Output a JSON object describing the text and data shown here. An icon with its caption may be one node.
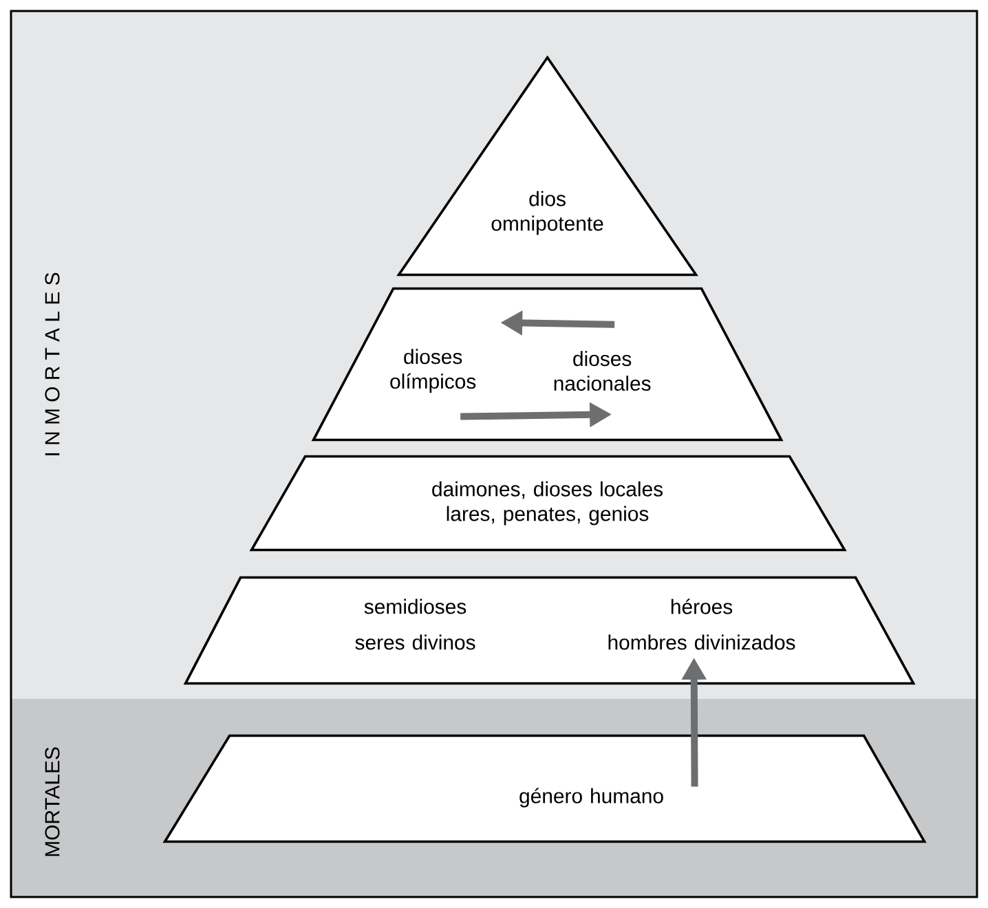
{
  "diagram": {
    "nodes": [
      {
        "text": [
          "I N M O R T A L E S"
        ]
      },
      {
        "text": [
          "MORTALES"
        ]
      },
      {
        "text": [
          "dios omnipotente"
        ],
        "in": 0
      },
      {
        "text": [],
        "shape": "trapezoid",
        "in": 0
      },
      {
        "text": [
          "dioses olímpicos"
        ],
        "in": 3
      },
      {
        "text": [
          "dioses nacionales"
        ],
        "in": 3
      },
      {
        "text": [
          "daimones, dioses locales lares, penates, genios"
        ],
        "in": 0
      },
      {
        "text": [
          "semidioses",
          "seres divinos",
          "héroes",
          "hombres divinizados"
        ],
        "in": 0
      },
      {
        "text": [
          "género humano"
        ],
        "in": 1
      }
    ],
    "edges": [
      {
        "from": 5,
        "to": 4,
        "arrow": "to"
      },
      {
        "from": 4,
        "to": 5,
        "arrow": "to"
      },
      {
        "from": 8,
        "to": 7,
        "arrow": "to"
      }
    ]
  }
}
